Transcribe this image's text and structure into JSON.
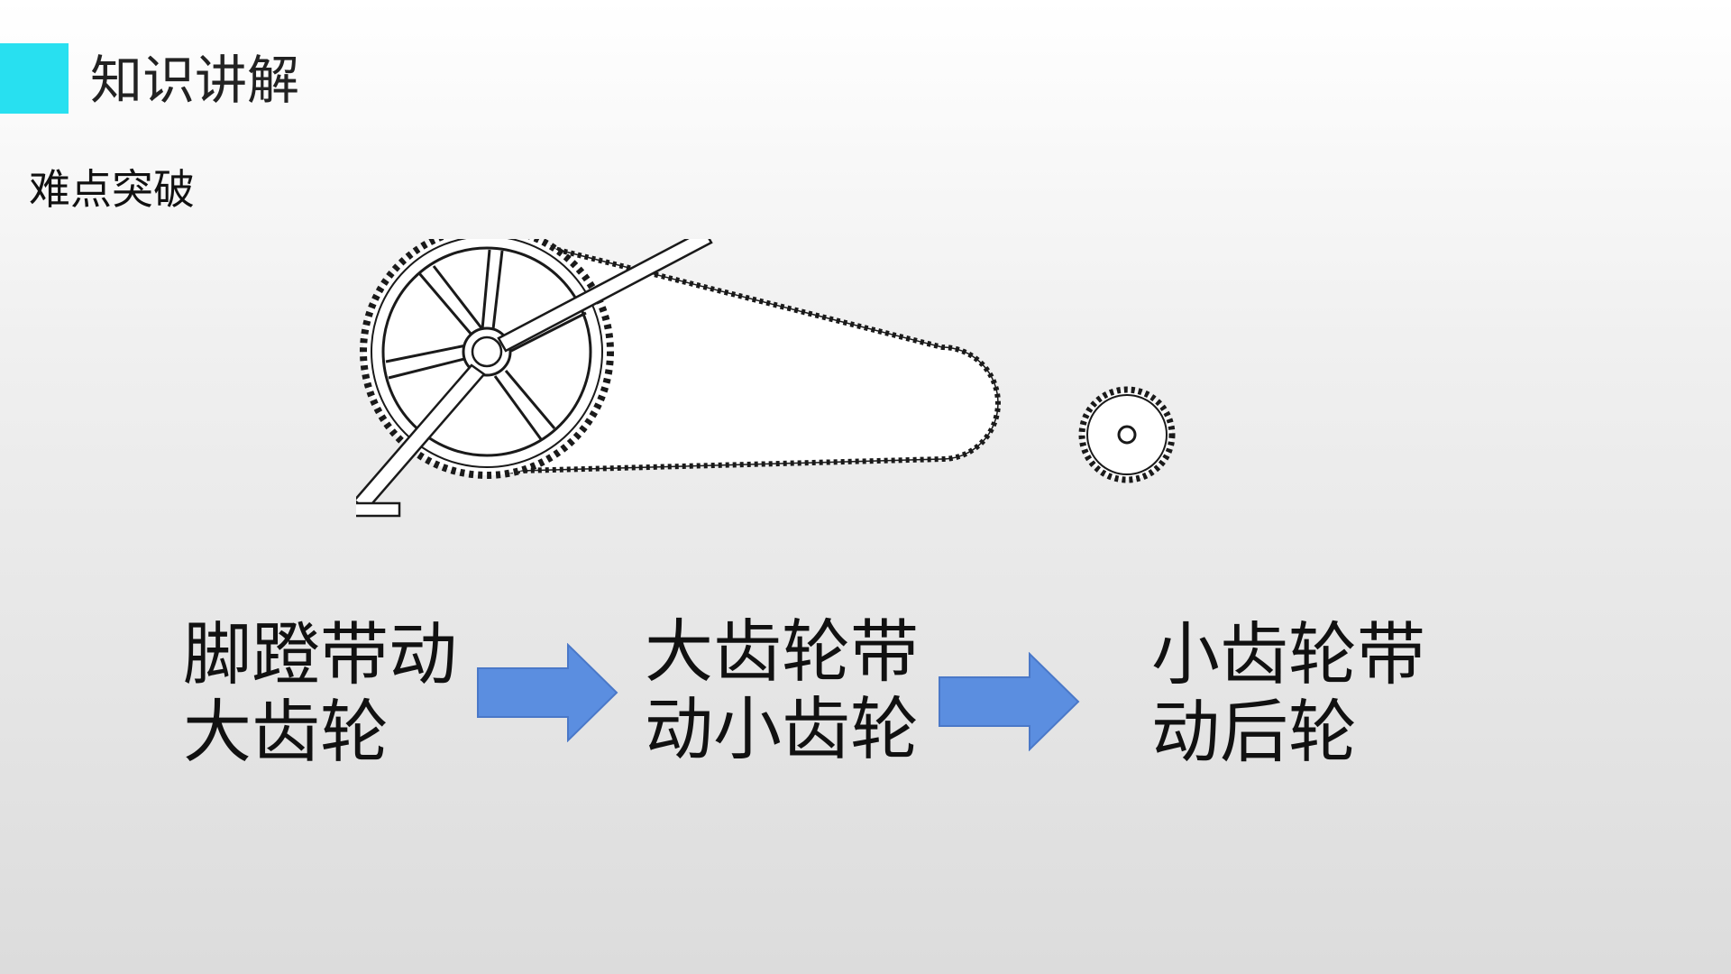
{
  "slide": {
    "title": "知识讲解",
    "subtitle": "难点突破",
    "accent_color": "#28e0f0",
    "arrow_color": "#5b8ee0",
    "arrow_stroke": "#4a78c8"
  },
  "figure": {
    "icon": "bicycle-chain-drive-icon"
  },
  "steps": [
    {
      "line1": "脚蹬带动",
      "line2": "大齿轮"
    },
    {
      "line1": "大齿轮带",
      "line2": "动小齿轮"
    },
    {
      "line1": "小齿轮带",
      "line2": "动后轮"
    }
  ]
}
